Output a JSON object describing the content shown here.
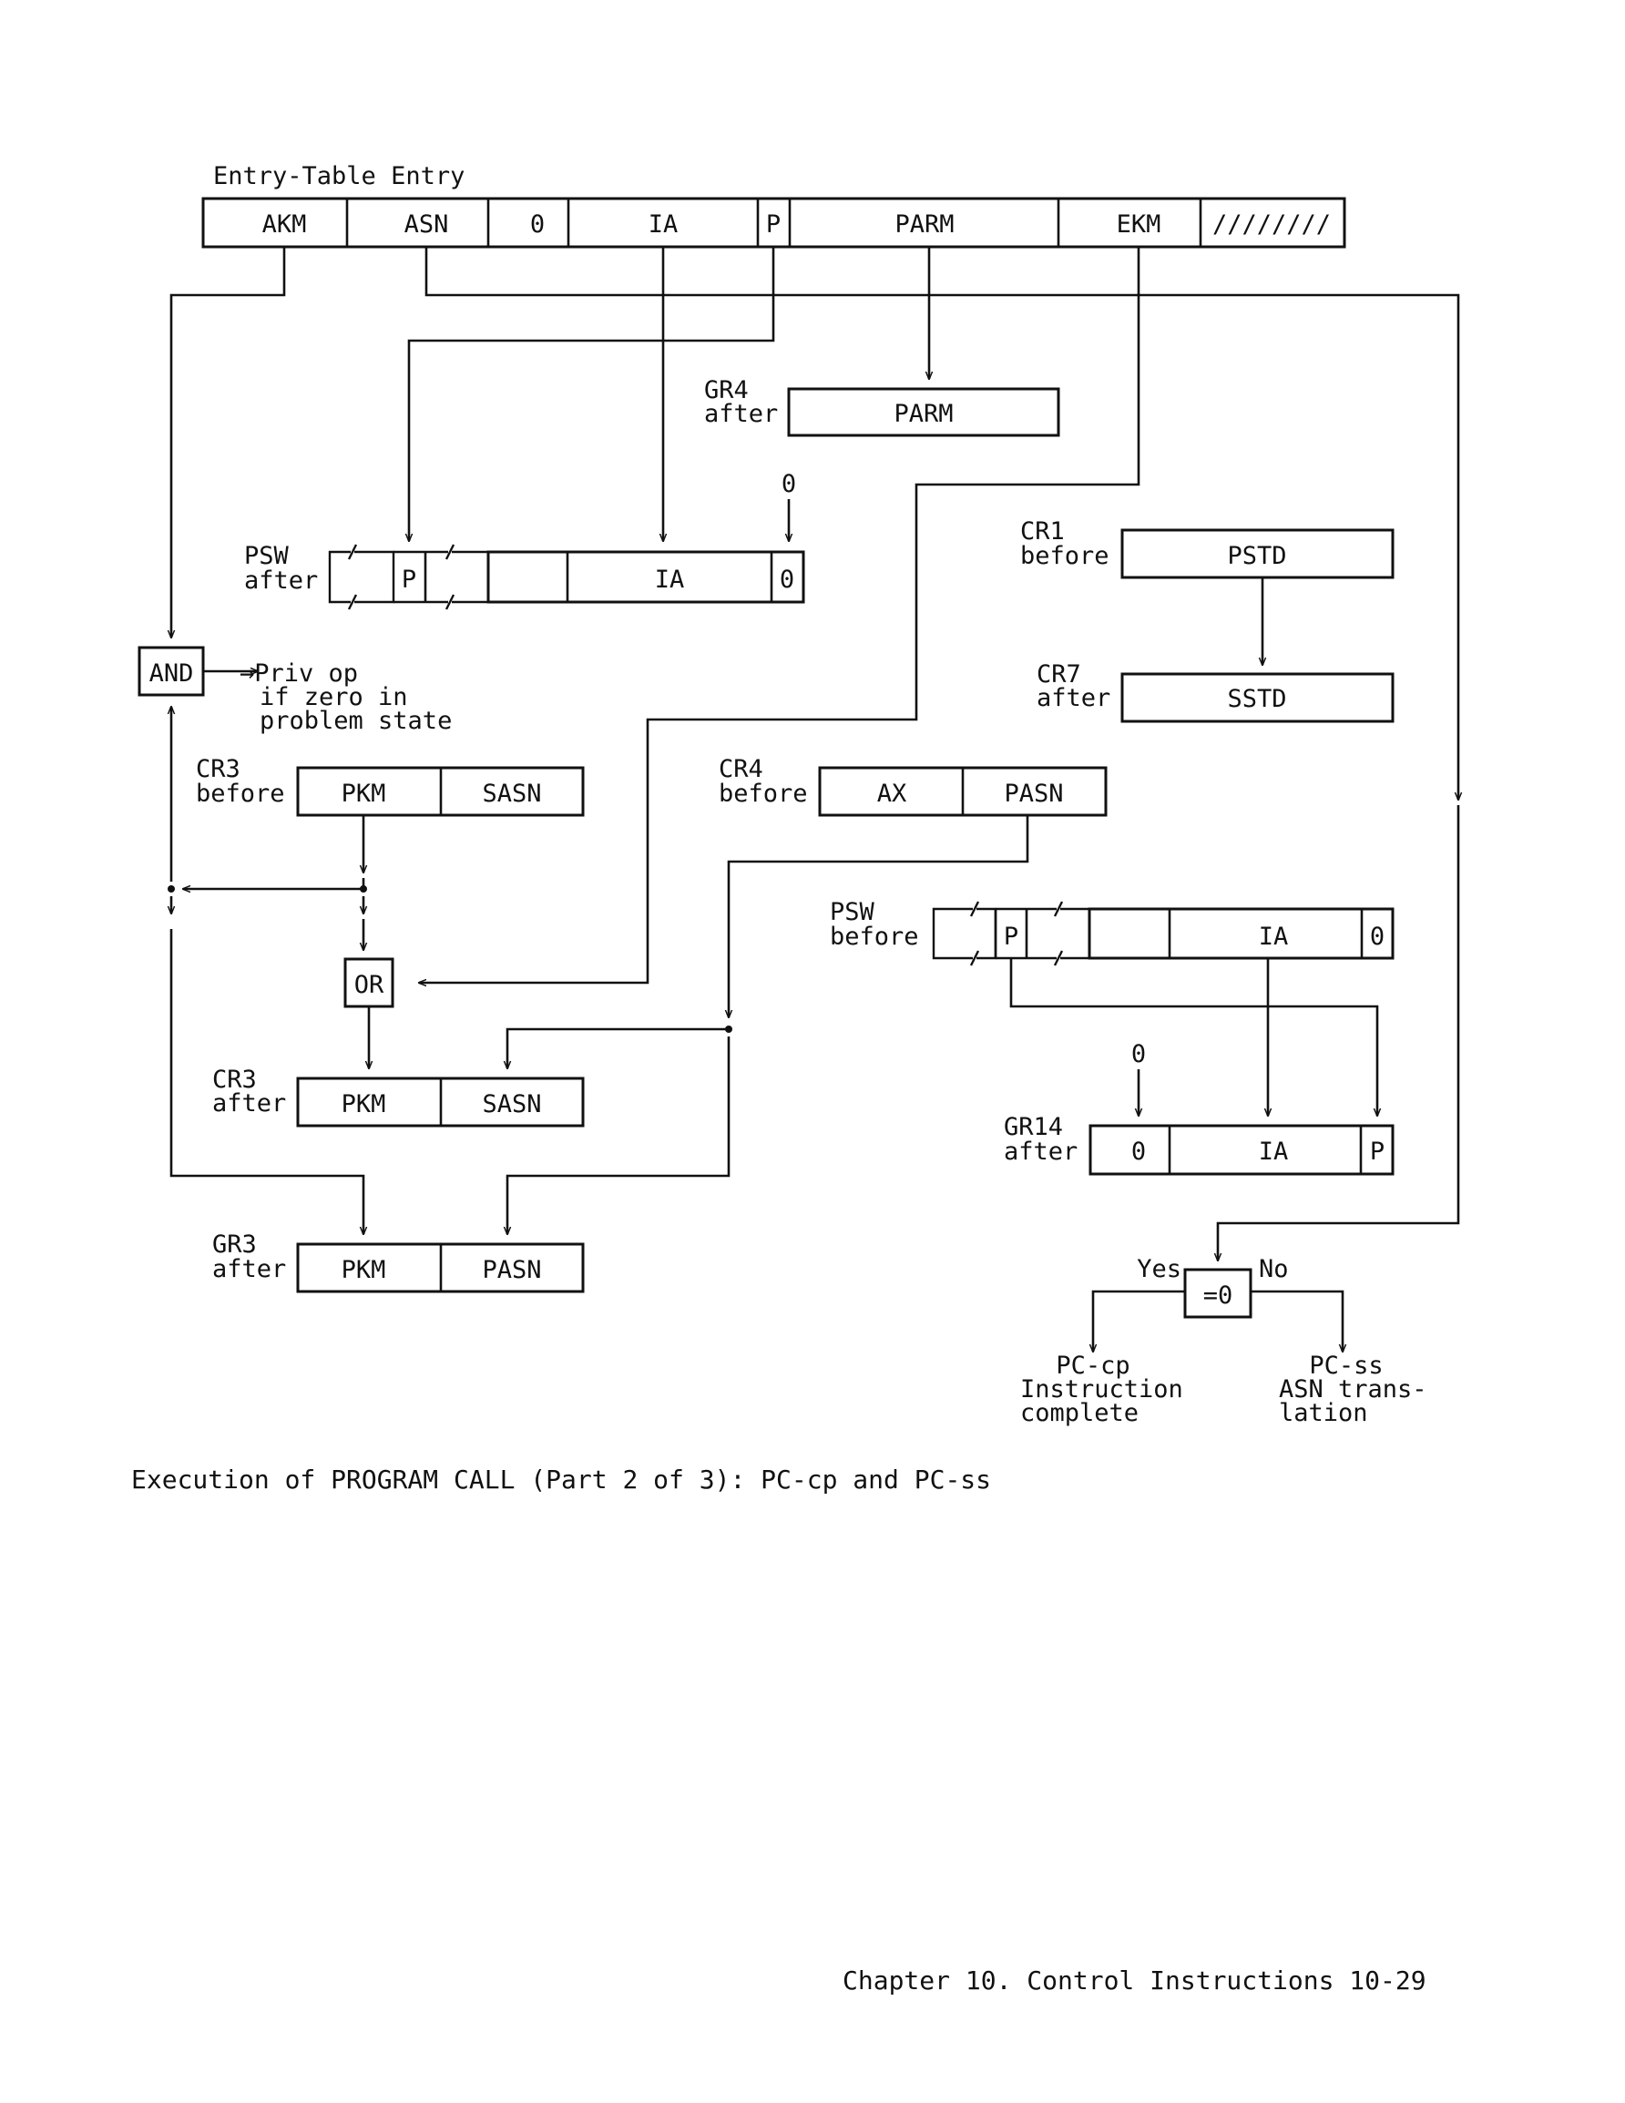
{
  "diagram": {
    "entry_table_title": "Entry-Table Entry",
    "entry_fields": {
      "akm": "AKM",
      "asn": "ASN",
      "zero": "0",
      "ia": "IA",
      "p": "P",
      "parm": "PARM",
      "ekm": "EKM",
      "reserved": "////////"
    },
    "gr4_after": {
      "label_1": "GR4",
      "label_2": "after",
      "field": "PARM"
    },
    "zero_input_psw": "0",
    "psw_after": {
      "label_1": "PSW",
      "label_2": "after",
      "p": "P",
      "ia": "IA",
      "zero": "0"
    },
    "and_box": "AND",
    "priv_op_note": [
      "→Priv op",
      "if zero in",
      "problem state"
    ],
    "cr3_before": {
      "label_1": "CR3",
      "label_2": "before",
      "pkm": "PKM",
      "sasn": "SASN"
    },
    "or_box": "OR",
    "cr3_after": {
      "label_1": "CR3",
      "label_2": "after",
      "pkm": "PKM",
      "sasn": "SASN"
    },
    "gr3_after": {
      "label_1": "GR3",
      "label_2": "after",
      "pkm": "PKM",
      "pasn": "PASN"
    },
    "cr1_before": {
      "label_1": "CR1",
      "label_2": "before",
      "field": "PSTD"
    },
    "cr7_after": {
      "label_1": "CR7",
      "label_2": "after",
      "field": "SSTD"
    },
    "cr4_before": {
      "label_1": "CR4",
      "label_2": "before",
      "ax": "AX",
      "pasn": "PASN"
    },
    "psw_before": {
      "label_1": "PSW",
      "label_2": "before",
      "p": "P",
      "ia": "IA",
      "zero": "0"
    },
    "zero_input_gr14": "0",
    "gr14_after": {
      "label_1": "GR14",
      "label_2": "after",
      "zero": "0",
      "ia": "IA",
      "p": "P"
    },
    "test_box": "=0",
    "yes_label": "Yes",
    "no_label": "No",
    "outcome_yes": [
      "PC-cp",
      "Instruction",
      "complete"
    ],
    "outcome_no": [
      "PC-ss",
      "ASN trans-",
      "lation"
    ]
  },
  "caption": "Execution of PROGRAM CALL (Part 2 of 3):  PC-cp and PC-ss",
  "footer": "Chapter 10. Control Instructions  10-29"
}
